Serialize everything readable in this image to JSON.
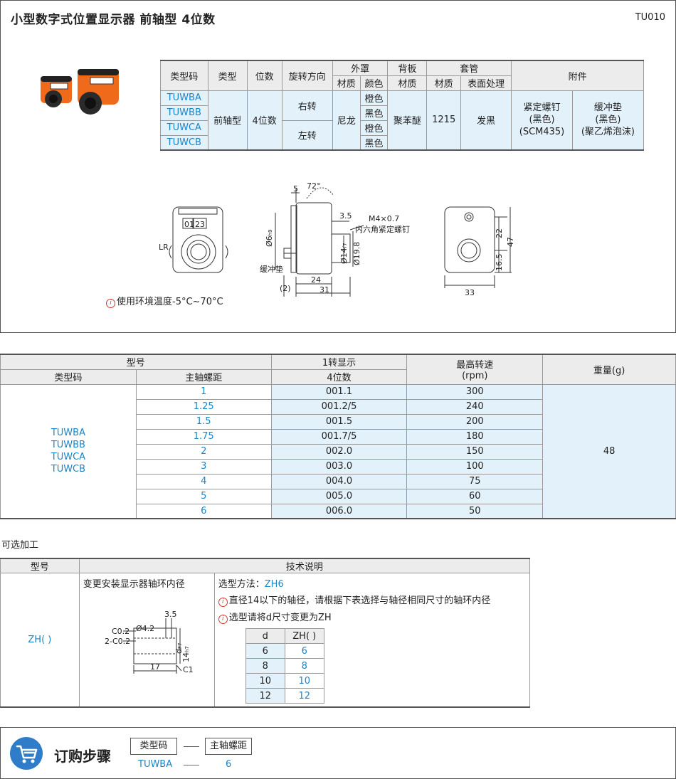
{
  "header": {
    "title": "小型数字式位置显示器  前轴型  4位数",
    "code": "TU010"
  },
  "spec_table": {
    "h_type_code": "类型码",
    "h_type": "类型",
    "h_digits": "位数",
    "h_rotation": "旋转方向",
    "h_cover": "外罩",
    "h_back": "背板",
    "h_sleeve": "套管",
    "h_accessory": "附件",
    "h_material": "材质",
    "h_color": "颜色",
    "h_surface": "表面处理",
    "codes": [
      "TUWBA",
      "TUWBB",
      "TUWCA",
      "TUWCB"
    ],
    "type": "前轴型",
    "digits": "4位数",
    "rot_right": "右转",
    "rot_left": "左转",
    "cover_material": "尼龙",
    "colors": [
      "橙色",
      "黑色",
      "橙色",
      "黑色"
    ],
    "back_material": "聚苯醚",
    "sleeve_material": "1215",
    "sleeve_surface": "发黑",
    "acc1_l1": "紧定螺钉",
    "acc1_l2": "(黑色)",
    "acc1_l3": "(SCM435)",
    "acc2_l1": "缓冲垫",
    "acc2_l2": "(黑色)",
    "acc2_l3": "(聚乙烯泡沫)"
  },
  "drawing": {
    "front_counter_a": "01",
    "front_counter_b": "23",
    "lr": "LR",
    "dim_5": "5",
    "angle_72": "72°",
    "dim_35": "3.5",
    "screw": "M4×0.7",
    "screw_desc": "内六角紧定螺钉",
    "dim_6h9": "Ø6",
    "dim_6h9_tol": "h9",
    "dim_14f7": "Ø14",
    "dim_14f7_tol": "f7",
    "dim_198": "Ø19.8",
    "cushion": "缓冲垫",
    "dim_2": "(2)",
    "dim_24": "24",
    "dim_31": "31",
    "dim_22": "22",
    "dim_47": "47",
    "dim_165": "16.5",
    "dim_33": "33"
  },
  "temp_note": "使用环境温度-5°C~70°C",
  "main_table": {
    "h_model": "型号",
    "h_one_turn": "1转显示",
    "h_max_speed_l1": "最高转速",
    "h_max_speed_l2": "(rpm)",
    "h_weight": "重量(g)",
    "h_type_code": "类型码",
    "h_pitch": "主轴螺距",
    "h_digits": "4位数",
    "codes": [
      "TUWBA",
      "TUWBB",
      "TUWCA",
      "TUWCB"
    ],
    "rows": [
      {
        "pitch": "1",
        "display": "001.1",
        "speed": "300"
      },
      {
        "pitch": "1.25",
        "display": "001.2/5",
        "speed": "240"
      },
      {
        "pitch": "1.5",
        "display": "001.5",
        "speed": "200"
      },
      {
        "pitch": "1.75",
        "display": "001.7/5",
        "speed": "180"
      },
      {
        "pitch": "2",
        "display": "002.0",
        "speed": "150"
      },
      {
        "pitch": "3",
        "display": "003.0",
        "speed": "100"
      },
      {
        "pitch": "4",
        "display": "004.0",
        "speed": "75"
      },
      {
        "pitch": "5",
        "display": "005.0",
        "speed": "60"
      },
      {
        "pitch": "6",
        "display": "006.0",
        "speed": "50"
      }
    ],
    "weight": "48"
  },
  "options": {
    "title": "可选加工",
    "h_model": "型号",
    "h_desc": "技术说明",
    "model": "ZH( )",
    "name": "变更安装显示器轴环内径",
    "method_label": "选型方法：",
    "method_value": "ZH6",
    "note1": "直径14以下的轴径，请根据下表选择与轴径相同尺寸的轴环内径",
    "note2": "选型请将d尺寸变更为ZH",
    "dwg": {
      "c02": "C0.2",
      "c202": "2-C0.2",
      "d42": "Ø4.2",
      "d35": "3.5",
      "d17": "17",
      "c1": "C1",
      "d14": "14",
      "d14_tol": "h7",
      "df": "d",
      "df_tol": "F7"
    },
    "sub_h_d": "d",
    "sub_h_zh": "ZH( )",
    "sub_rows": [
      {
        "d": "6",
        "zh": "6"
      },
      {
        "d": "8",
        "zh": "8"
      },
      {
        "d": "10",
        "zh": "10"
      },
      {
        "d": "12",
        "zh": "12"
      }
    ]
  },
  "order": {
    "title": "订购步骤",
    "box1": "类型码",
    "box2": "主轴螺距",
    "example_code": "TUWBA",
    "example_pitch": "6"
  }
}
